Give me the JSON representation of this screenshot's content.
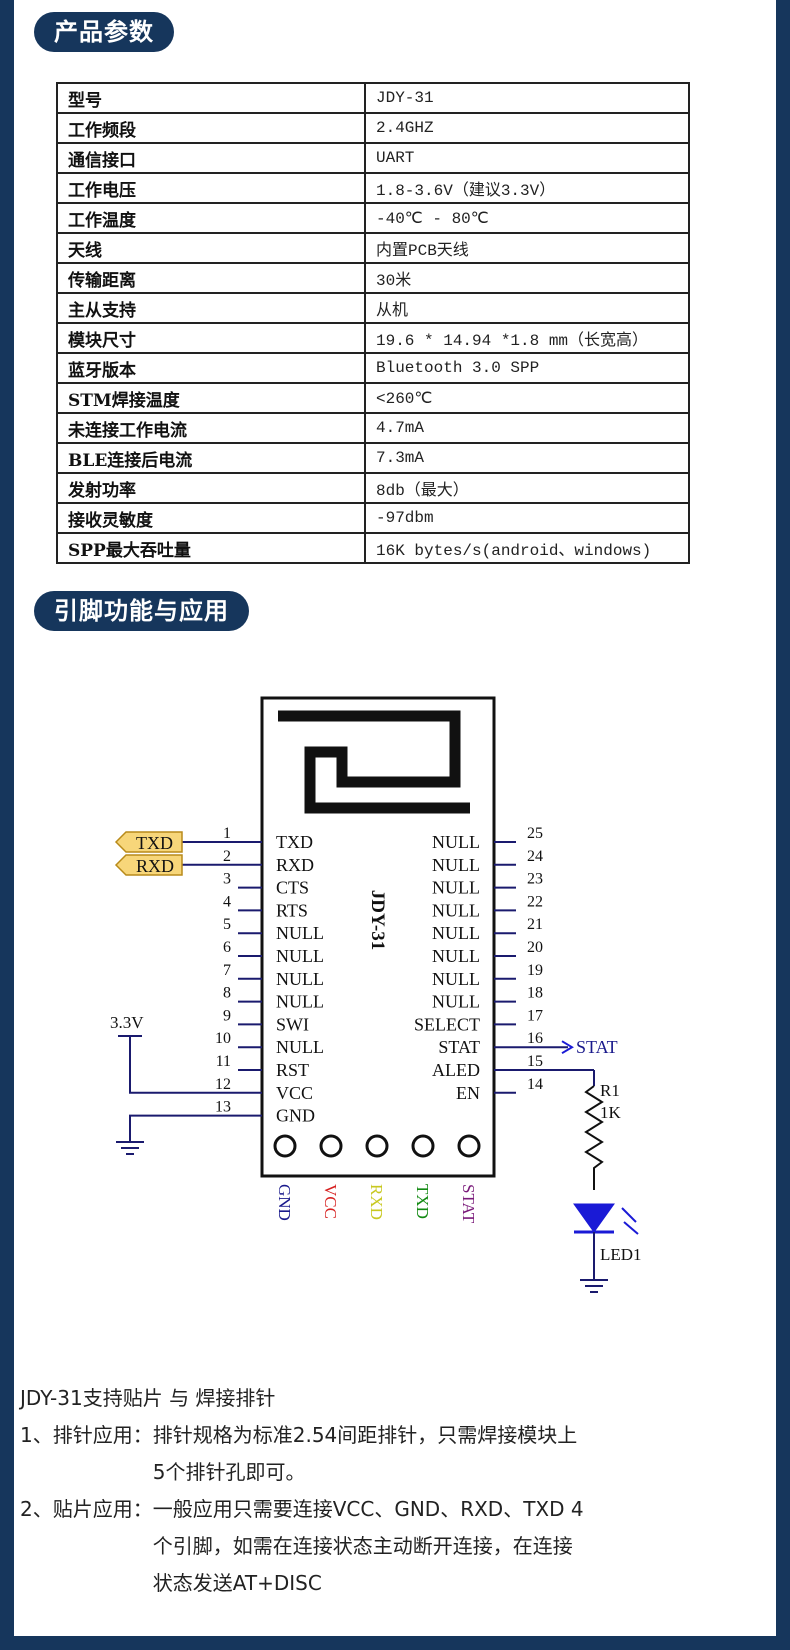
{
  "sections": {
    "params_title": "产品参数",
    "pins_title": "引脚功能与应用"
  },
  "params": [
    {
      "k": "型号",
      "v": "JDY-31"
    },
    {
      "k": "工作频段",
      "v": "2.4GHZ"
    },
    {
      "k": "通信接口",
      "v": "UART"
    },
    {
      "k": "工作电压",
      "v": "1.8-3.6V（建议3.3V）"
    },
    {
      "k": "工作温度",
      "v": "-40℃ - 80℃"
    },
    {
      "k": "天线",
      "v": "内置PCB天线"
    },
    {
      "k": "传输距离",
      "v": "30米"
    },
    {
      "k": "主从支持",
      "v": "从机"
    },
    {
      "k": "模块尺寸",
      "v": "19.6 * 14.94 *1.8 mm（长宽高）"
    },
    {
      "k": "蓝牙版本",
      "v": "Bluetooth 3.0 SPP"
    },
    {
      "k": "STM焊接温度",
      "v": "<260℃"
    },
    {
      "k": "未连接工作电流",
      "v": "4.7mA"
    },
    {
      "k": "BLE连接后电流",
      "v": "7.3mA"
    },
    {
      "k": "发射功率",
      "v": "8db（最大）"
    },
    {
      "k": "接收灵敏度",
      "v": "-97dbm"
    },
    {
      "k": "SPP最大吞吐量",
      "v": "16K bytes/s(android、windows)"
    }
  ],
  "diagram": {
    "title": "贴片式接线",
    "chip_name": "JDY-31",
    "left_pins": [
      {
        "num": "1",
        "name": "TXD"
      },
      {
        "num": "2",
        "name": "RXD"
      },
      {
        "num": "3",
        "name": "CTS"
      },
      {
        "num": "4",
        "name": "RTS"
      },
      {
        "num": "5",
        "name": "NULL"
      },
      {
        "num": "6",
        "name": "NULL"
      },
      {
        "num": "7",
        "name": "NULL"
      },
      {
        "num": "8",
        "name": "NULL"
      },
      {
        "num": "9",
        "name": "SWI"
      },
      {
        "num": "10",
        "name": "NULL"
      },
      {
        "num": "11",
        "name": "RST"
      },
      {
        "num": "12",
        "name": "VCC"
      },
      {
        "num": "13",
        "name": "GND"
      }
    ],
    "right_pins": [
      {
        "num": "25",
        "name": "NULL"
      },
      {
        "num": "24",
        "name": "NULL"
      },
      {
        "num": "23",
        "name": "NULL"
      },
      {
        "num": "22",
        "name": "NULL"
      },
      {
        "num": "21",
        "name": "NULL"
      },
      {
        "num": "20",
        "name": "NULL"
      },
      {
        "num": "19",
        "name": "NULL"
      },
      {
        "num": "18",
        "name": "NULL"
      },
      {
        "num": "17",
        "name": "SELECT"
      },
      {
        "num": "16",
        "name": "STAT"
      },
      {
        "num": "15",
        "name": "ALED"
      },
      {
        "num": "14",
        "name": "EN"
      }
    ],
    "tags": {
      "txd": "TXD",
      "rxd": "RXD",
      "stat": "STAT"
    },
    "power": "3.3V",
    "resistor": {
      "name": "R1",
      "value": "1K"
    },
    "led": "LED1",
    "bottom_pins": [
      {
        "label": "GND",
        "color": "#1a1a8c"
      },
      {
        "label": "VCC",
        "color": "#d62020"
      },
      {
        "label": "RXD",
        "color": "#c8c820"
      },
      {
        "label": "TXD",
        "color": "#138a13"
      },
      {
        "label": "STAT",
        "color": "#7a1a7a"
      }
    ],
    "colors": {
      "line": "#1a1a6e",
      "tag_fill": "#f7d67a",
      "tag_stroke": "#b88a1a"
    }
  },
  "notes": {
    "heading": "JDY-31支持贴片 与 焊接排针",
    "items": [
      {
        "label": "1、排针应用：",
        "lines": [
          "排针规格为标准2.54间距排针，只需焊接模块上",
          "5个排针孔即可。"
        ]
      },
      {
        "label": "2、贴片应用：",
        "lines": [
          "一般应用只需要连接VCC、GND、RXD、TXD 4",
          "个引脚，如需在连接状态主动断开连接，在连接",
          "状态发送AT+DISC"
        ]
      }
    ]
  }
}
